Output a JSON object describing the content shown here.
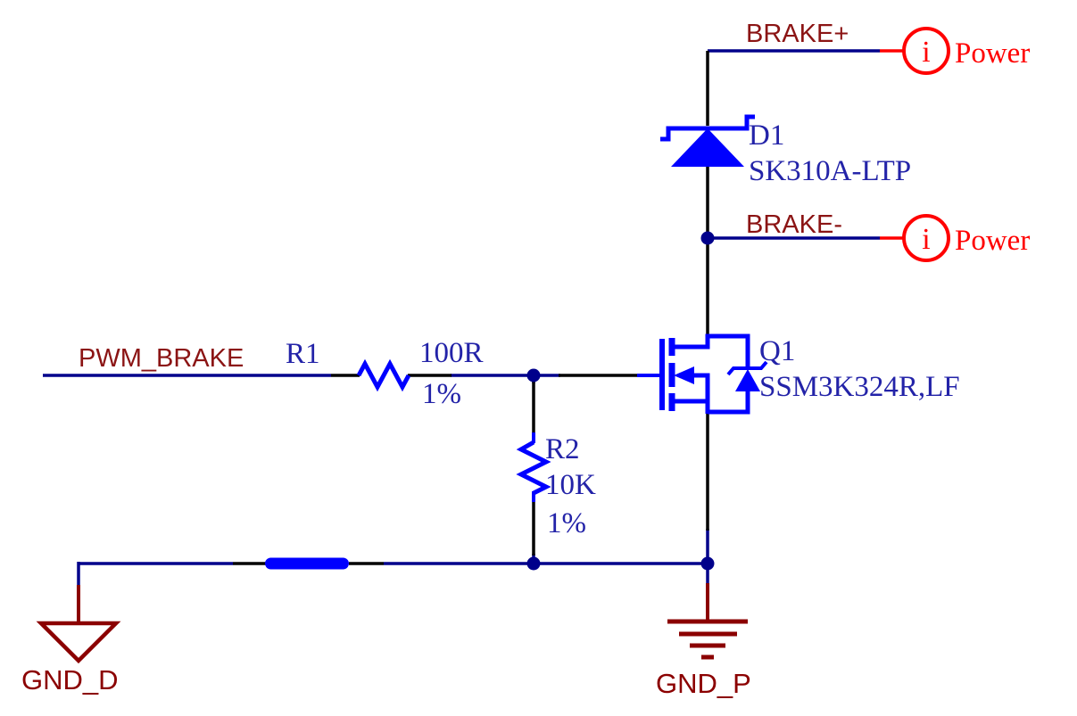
{
  "colors": {
    "wire": "#00008B",
    "pin": "#000000",
    "component": "#0000FF",
    "component_text": "#2323A8",
    "net_label": "#8B1414",
    "power_port": "#FF0000",
    "ground": "#8B0000",
    "background": "#FFFFFF"
  },
  "net_labels": {
    "brake_plus": "BRAKE+",
    "brake_minus": "BRAKE-",
    "pwm_brake": "PWM_BRAKE",
    "gnd_d": "GND_D",
    "gnd_p": "GND_P"
  },
  "power_ports": {
    "brake_plus": {
      "glyph": "i",
      "label": "Power"
    },
    "brake_minus": {
      "glyph": "i",
      "label": "Power"
    }
  },
  "components": {
    "d1": {
      "designator": "D1",
      "part": "SK310A-LTP"
    },
    "q1": {
      "designator": "Q1",
      "part": "SSM3K324R,LF"
    },
    "r1": {
      "designator": "R1",
      "value": "100R",
      "tolerance": "1%"
    },
    "r2": {
      "designator": "R2",
      "value": "10K",
      "tolerance": "1%"
    }
  }
}
